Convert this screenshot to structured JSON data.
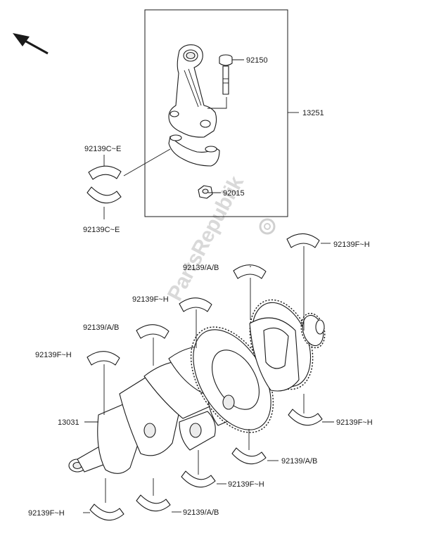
{
  "watermark": "PartsRepublik",
  "labels": {
    "l13251": "13251",
    "l92150": "92150",
    "l92015": "92015",
    "l13031": "13031",
    "c1": "92139C~E",
    "c2": "92139C~E",
    "f1": "92139F~H",
    "f2": "92139F~H",
    "f3": "92139F~H",
    "f4": "92139F~H",
    "f5": "92139F~H",
    "f6": "92139F~H",
    "a1": "92139/A/B",
    "a2": "92139/A/B",
    "a3": "92139/A/B",
    "a4": "92139/A/B"
  }
}
